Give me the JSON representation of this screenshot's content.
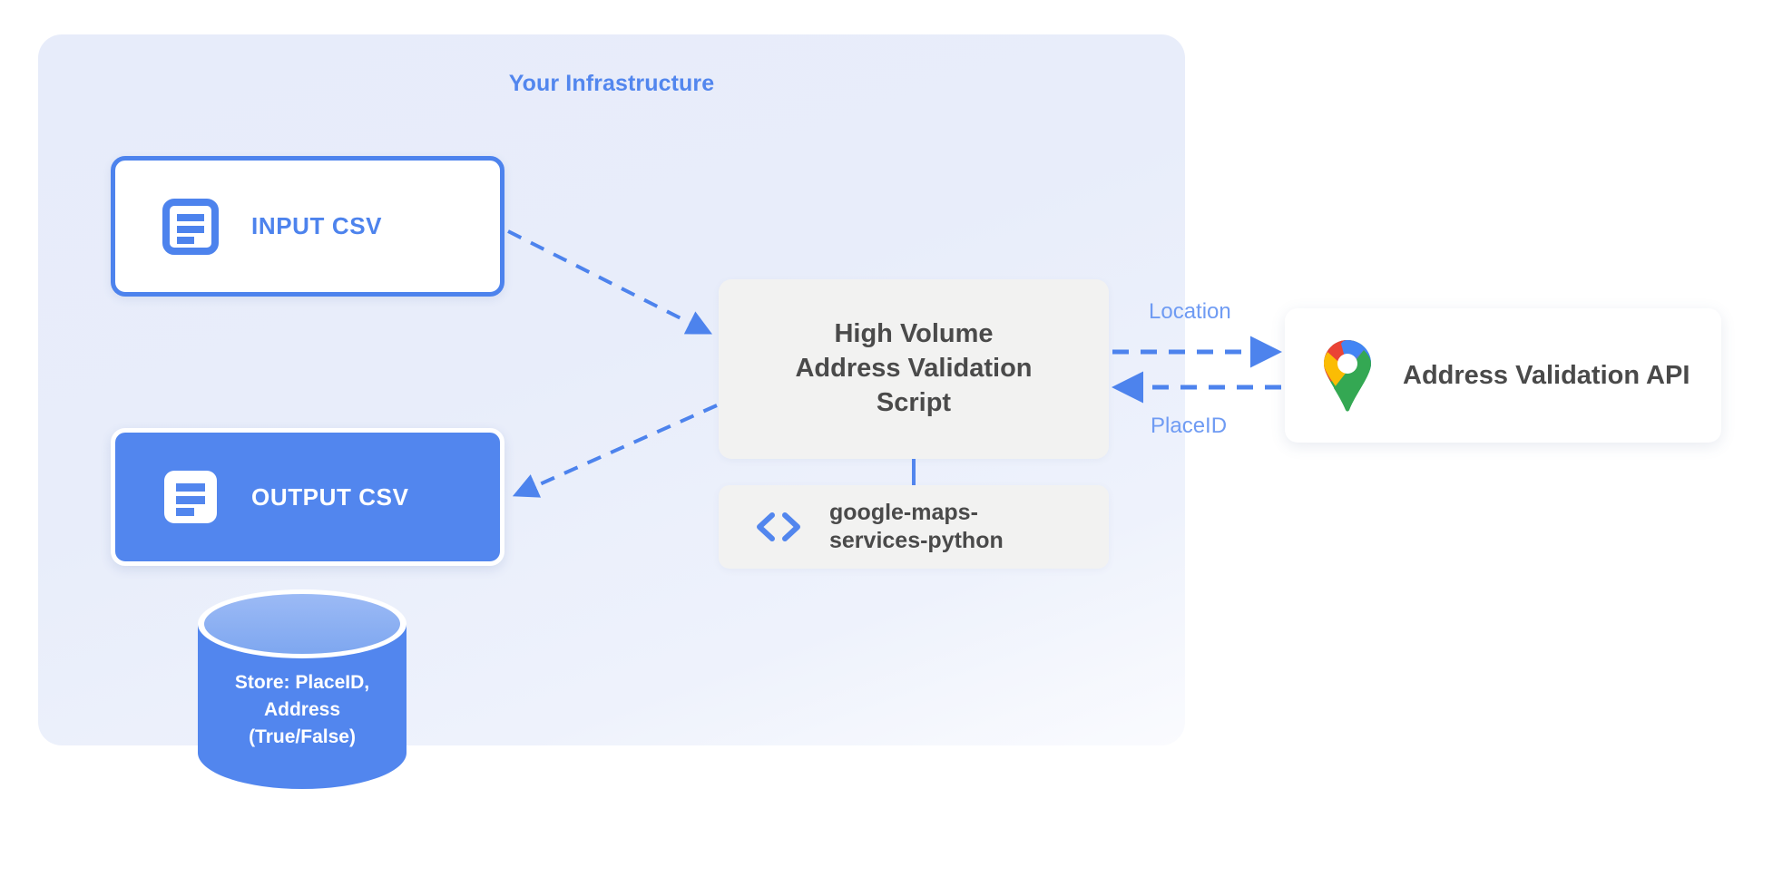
{
  "diagram": {
    "panel": {
      "title": "Your Infrastructure",
      "accent_color": "#5286ee",
      "background_color": "#e7ecfa"
    },
    "nodes": {
      "input_csv": {
        "label": "INPUT CSV",
        "icon": "document-icon",
        "style": "outline",
        "border_color": "#4d83ed",
        "fill_color": "#ffffff",
        "text_color": "#4d83ed"
      },
      "output_csv": {
        "label": "OUTPUT CSV",
        "icon": "document-icon",
        "style": "filled",
        "fill_color": "#5286ee",
        "text_color": "#ffffff"
      },
      "script": {
        "line1": "High Volume",
        "line2": "Address Validation",
        "line3": "Script",
        "fill_color": "#f2f2f1",
        "text_color": "#4a4a4a"
      },
      "library": {
        "line1": "google-maps-",
        "line2": "services-python",
        "icon": "code-brackets-icon",
        "icon_color": "#5286ee",
        "fill_color": "#f2f2f1",
        "text_color": "#4a4a4a"
      },
      "api": {
        "label": "Address Validation API",
        "icon": "google-maps-pin-icon",
        "fill_color": "#ffffff",
        "text_color": "#4a4a4a"
      },
      "database": {
        "line1": "Store: PlaceID,",
        "line2": "Address",
        "line3": "(True/False)",
        "body_color": "#5286ee",
        "top_color": "#8fb3f2",
        "text_color": "#ffffff"
      }
    },
    "edges": [
      {
        "id": "input-to-script",
        "label": "",
        "from": "input_csv",
        "to": "script",
        "style": "dashed",
        "direction": "forward",
        "color": "#4d83ed"
      },
      {
        "id": "script-to-output",
        "label": "",
        "from": "script",
        "to": "output_csv",
        "style": "dashed",
        "direction": "forward",
        "color": "#4d83ed"
      },
      {
        "id": "script-to-api",
        "label": "Location",
        "from": "script",
        "to": "api",
        "style": "dashed",
        "direction": "forward",
        "color": "#4d83ed"
      },
      {
        "id": "api-to-script",
        "label": "PlaceID",
        "from": "api",
        "to": "script",
        "style": "dashed",
        "direction": "forward",
        "color": "#4d83ed"
      },
      {
        "id": "script-to-library",
        "label": "",
        "from": "script",
        "to": "library",
        "style": "solid",
        "direction": "none",
        "color": "#5286ee"
      }
    ]
  }
}
